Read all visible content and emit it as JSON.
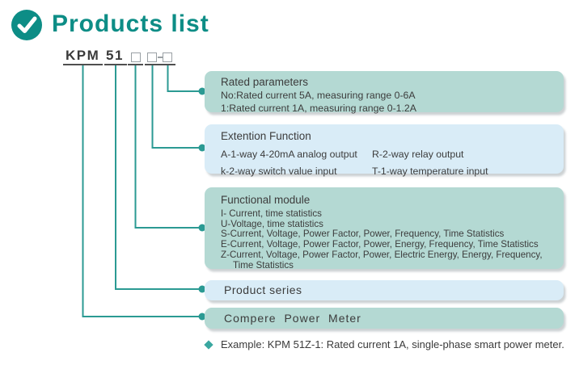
{
  "header": {
    "title": "Products list"
  },
  "model_code": {
    "prefix": "KPM",
    "series": "51"
  },
  "boxes": {
    "rated": {
      "title": "Rated parameters",
      "lines": [
        "No:Rated current 5A, measuring range 0-6A",
        "1:Rated current 1A, measuring range 0-1.2A"
      ]
    },
    "extension": {
      "title": "Extention Function",
      "left_column": [
        "A-1-way 4-20mA analog output",
        "k-2-way switch value input"
      ],
      "right_column": [
        "R-2-way relay output",
        "T-1-way temperature input"
      ]
    },
    "functional": {
      "title": "Functional module",
      "lines": [
        "I- Current, time statistics",
        "U-Voltage, time statistics",
        "S-Current, Voltage, Power Factor, Power, Frequency, Time Statistics",
        "E-Current, Voltage, Power Factor, Power, Energy, Frequency, Time Statistics",
        "Z-Current, Voltage, Power Factor, Power, Electric Energy, Energy, Frequency,",
        "Time Statistics"
      ]
    },
    "product_series": {
      "label": "Product series"
    },
    "brand": {
      "label": "Compere  Power  Meter"
    }
  },
  "example": {
    "text": "Example: KPM 51Z-1: Rated current 1A, single-phase smart power meter."
  },
  "colors": {
    "accent_teal": "#0d8d86",
    "connector_teal": "#2b9a93",
    "teal_box_bg": "#b4d9d3",
    "blue_box_bg": "#d9ecf7",
    "text_dark": "#3c3c3c"
  }
}
